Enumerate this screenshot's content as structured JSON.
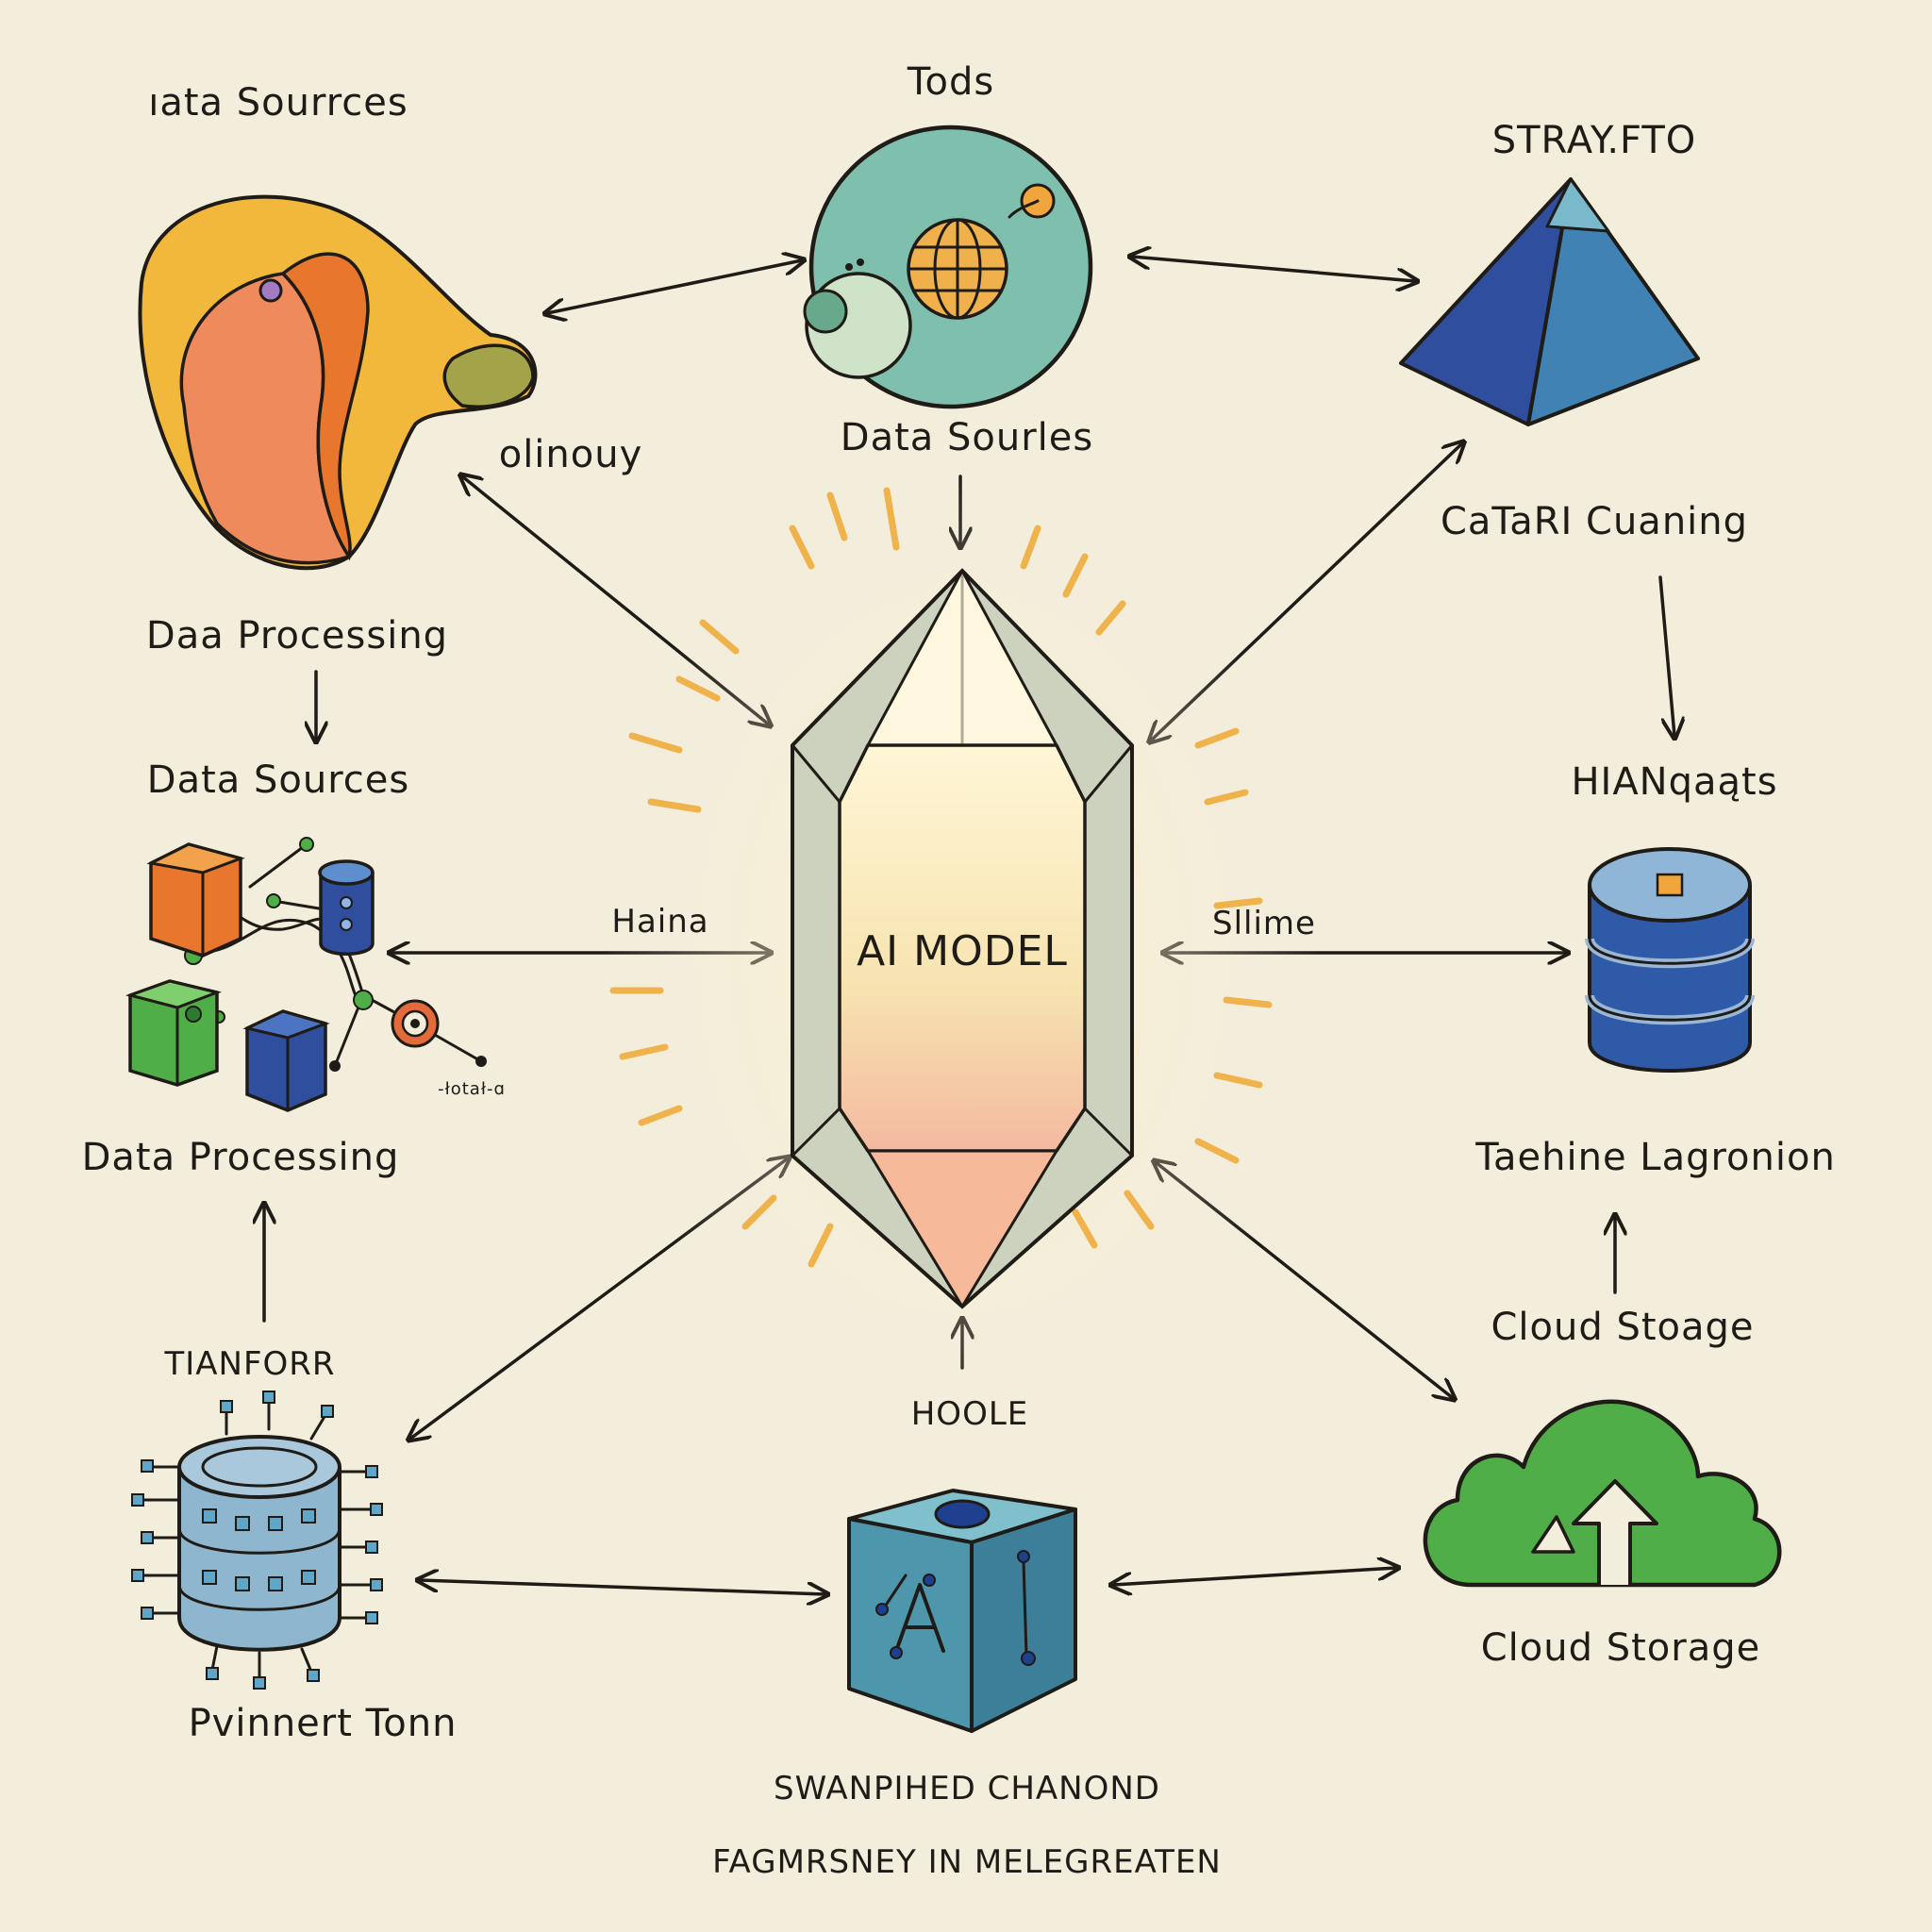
{
  "labels": {
    "data_sources_top_left": "ıata Sourrces",
    "tods": "Tods",
    "strayfto": "STRAY.FTO",
    "olinouy": "olinouy",
    "data_sources_top": "Data Sourles",
    "catari_cuaning": "CaTaRI Cuaning",
    "daa_processing": "Daa Processing",
    "data_sources_left": "Data Sources",
    "hianqaats": "HIANqaąts",
    "haina": "Haina",
    "sllime": "Sllime",
    "ai_model": "AI MODEL",
    "tiny_caption": "-łotał-ɑ",
    "data_processing_left": "Data Processing",
    "taehine_lagronion": "Taehine Lagronion",
    "tianforr": "TIANFORR",
    "cloud_stoage": "Cloud Stoage",
    "hoole": "HOOLE",
    "cloud_storage": "Cloud Storage",
    "pvinnert_tonn": "Pvinnert Tonn",
    "swanpihed_chanond": "SWANPIHED CHANOND",
    "fagmrsney": "FAGMRSNEY IN MЕLEGREATEN"
  },
  "icons": {
    "top_left": "abstract-swirl-icon",
    "top": "globe-circle-icon",
    "top_right": "pyramid-icon",
    "left": "data-blocks-network-icon",
    "center": "crystal-icon",
    "right": "database-icon",
    "bottom_left": "circuit-database-icon",
    "bottom": "ai-cube-icon",
    "bottom_right": "cloud-upload-icon"
  },
  "colors": {
    "background": "#f3eddc",
    "ink": "#1f1b16",
    "glow": "#f0b24a",
    "orange": "#e8762c",
    "yellow": "#f2b83c",
    "teal": "#7fbfae",
    "blue": "#2f4f9e",
    "green": "#4fae48"
  }
}
